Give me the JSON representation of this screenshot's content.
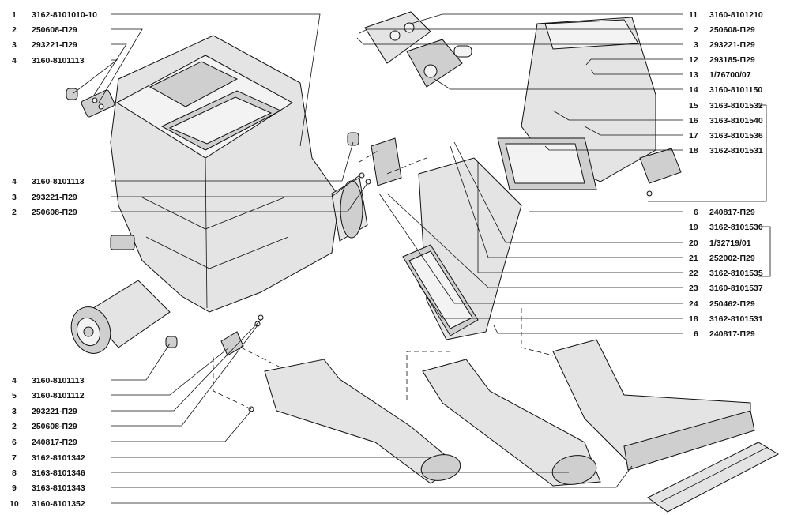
{
  "left_callouts": [
    {
      "num": "1",
      "code": "3162-8101010-10"
    },
    {
      "num": "2",
      "code": "250608-П29"
    },
    {
      "num": "3",
      "code": "293221-П29"
    },
    {
      "num": "4",
      "code": "3160-8101113"
    },
    {
      "num": "4",
      "code": "3160-8101113"
    },
    {
      "num": "3",
      "code": "293221-П29"
    },
    {
      "num": "2",
      "code": "250608-П29"
    },
    {
      "num": "4",
      "code": "3160-8101113"
    },
    {
      "num": "5",
      "code": "3160-8101112"
    },
    {
      "num": "3",
      "code": "293221-П29"
    },
    {
      "num": "2",
      "code": "250608-П29"
    },
    {
      "num": "6",
      "code": "240817-П29"
    },
    {
      "num": "7",
      "code": "3162-8101342"
    },
    {
      "num": "8",
      "code": "3163-8101346"
    },
    {
      "num": "9",
      "code": "3163-8101343"
    },
    {
      "num": "10",
      "code": "3160-8101352"
    }
  ],
  "right_callouts": [
    {
      "num": "11",
      "code": "3160-8101210"
    },
    {
      "num": "2",
      "code": "250608-П29"
    },
    {
      "num": "3",
      "code": "293221-П29"
    },
    {
      "num": "12",
      "code": "293185-П29"
    },
    {
      "num": "13",
      "code": "1/76700/07"
    },
    {
      "num": "14",
      "code": "3160-8101150"
    },
    {
      "num": "15",
      "code": "3163-8101532"
    },
    {
      "num": "16",
      "code": "3163-8101540"
    },
    {
      "num": "17",
      "code": "3163-8101536"
    },
    {
      "num": "18",
      "code": "3162-8101531"
    },
    {
      "num": "6",
      "code": "240817-П29"
    },
    {
      "num": "19",
      "code": "3162-8101530"
    },
    {
      "num": "20",
      "code": "1/32719/01"
    },
    {
      "num": "21",
      "code": "252002-П29"
    },
    {
      "num": "22",
      "code": "3162-8101535"
    },
    {
      "num": "23",
      "code": "3160-8101537"
    },
    {
      "num": "24",
      "code": "250462-П29"
    },
    {
      "num": "18",
      "code": "3162-8101531"
    },
    {
      "num": "6",
      "code": "240817-П29"
    }
  ]
}
